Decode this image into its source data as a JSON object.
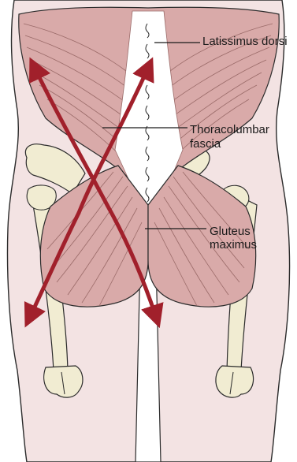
{
  "labels": {
    "latissimus_dorsi": "Latissimus dorsi",
    "thoracolumbar_line1": "Thoracolumbar",
    "thoracolumbar_line2": "fascia",
    "gluteus_line1": "Gluteus",
    "gluteus_line2": "maximus"
  },
  "colors": {
    "skin": "#f3e3e3",
    "outline": "#2b2b2b",
    "muscle": "#d9aaa9",
    "muscle_fiber": "#9a6a68",
    "bone": "#f1ecd2",
    "fascia": "#ffffff",
    "arrow": "#a1202b",
    "leader": "#1a1a1a"
  }
}
